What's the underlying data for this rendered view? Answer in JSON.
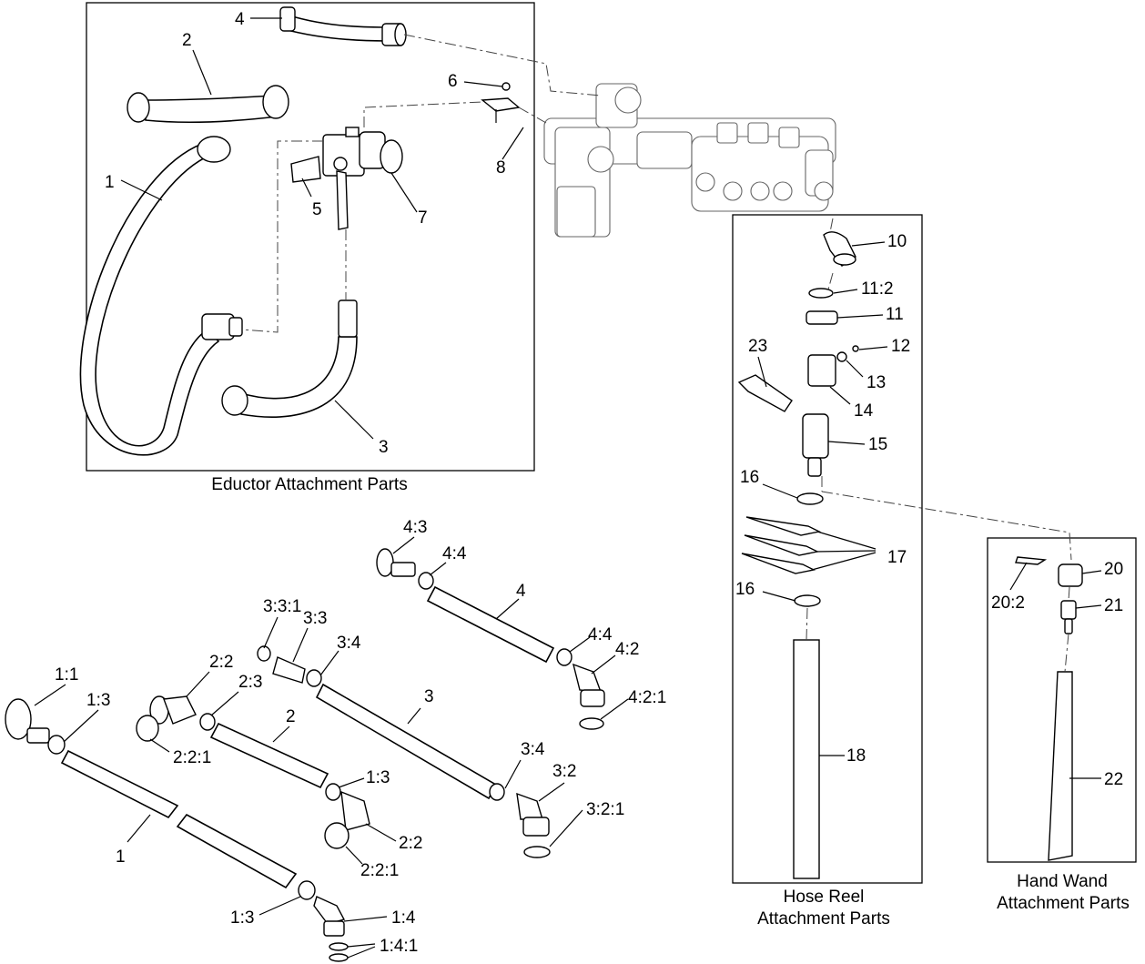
{
  "captions": {
    "eductor": "Eductor Attachment Parts",
    "hose_reel_line1": "Hose Reel",
    "hose_reel_line2": "Attachment Parts",
    "hand_wand_line1": "Hand Wand",
    "hand_wand_line2": "Attachment Parts"
  },
  "callouts": {
    "eductor": [
      "1",
      "2",
      "3",
      "4",
      "5",
      "6",
      "7",
      "8"
    ],
    "hose_reel": [
      "10",
      "11:2",
      "11",
      "12",
      "13",
      "14",
      "15",
      "16",
      "17",
      "16",
      "18",
      "23"
    ],
    "hand_wand": [
      "20",
      "20:2",
      "21",
      "22"
    ],
    "explode_1": [
      "1:1",
      "1:3",
      "1",
      "1:3",
      "1:4",
      "1:4:1"
    ],
    "explode_2": [
      "2:2",
      "2:3",
      "2:2:1",
      "2",
      "1:3",
      "2:2",
      "2:2:1"
    ],
    "explode_3": [
      "3:3:1",
      "3:3",
      "3:4",
      "3",
      "3:4",
      "3:2",
      "3:2:1"
    ],
    "explode_4": [
      "4:3",
      "4:4",
      "4",
      "4:4",
      "4:2",
      "4:2:1"
    ]
  }
}
